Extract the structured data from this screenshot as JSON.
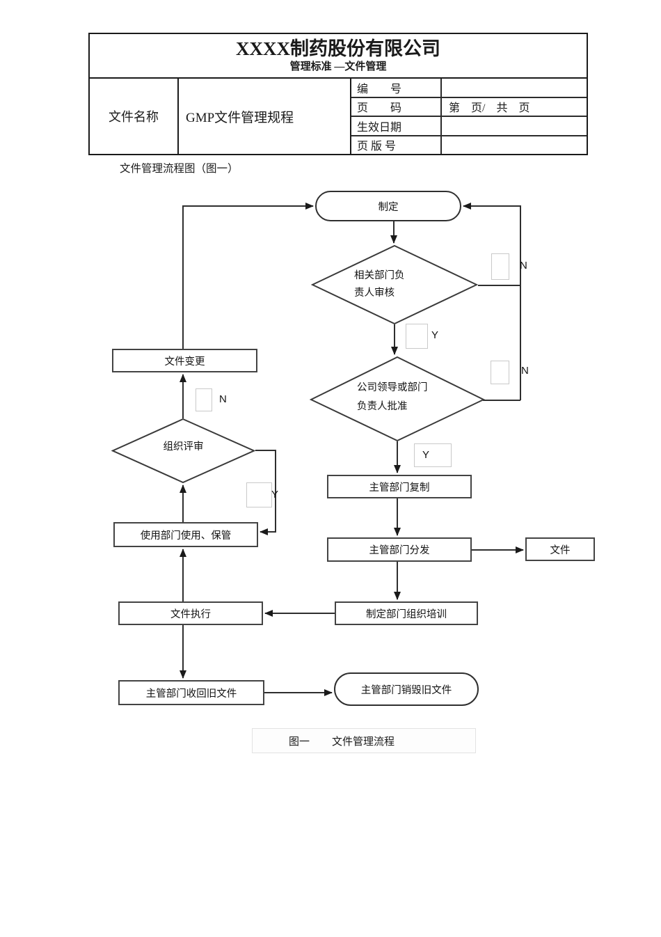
{
  "header": {
    "company": "XXXX制药股份有限公司",
    "subtitle": "管理标准 —文件管理",
    "doc_name_label": "文件名称",
    "doc_name_value": "GMP文件管理规程",
    "fields": [
      {
        "label": "编　　号",
        "value": ""
      },
      {
        "label": "页　　码",
        "value": "第　页/　共　页"
      },
      {
        "label": "生效日期",
        "value": ""
      },
      {
        "label": "页 版 号",
        "value": ""
      }
    ]
  },
  "diagram_title": "文件管理流程图（图一）",
  "flowchart": {
    "nodes": {
      "draft": "制定",
      "dept_review_line1": "相关部门负",
      "dept_review_line2": "责人审核",
      "approval_line1": "公司领导或部门",
      "approval_line2": "负责人批准",
      "copy": "主管部门复制",
      "distribute": "主管部门分发",
      "document": "文件",
      "training": "制定部门组织培训",
      "execute": "文件执行",
      "use_keep": "使用部门使用、保管",
      "org_review": "组织评审",
      "change": "文件变更",
      "recall_old": "主管部门收回旧文件",
      "destroy_old": "主管部门销毁旧文件"
    },
    "labels": {
      "n1": "N",
      "y1": "Y",
      "n2": "N",
      "y2": "Y",
      "n3": "N",
      "y3": "Y"
    }
  },
  "caption": {
    "prefix": "图一",
    "text": "文件管理流程"
  },
  "colors": {
    "line": "#2e2e2e",
    "box_border": "#434343",
    "label_box_border": "#c9c9c9",
    "text": "#1a1a1a",
    "caption_border": "#e2e2e2"
  }
}
